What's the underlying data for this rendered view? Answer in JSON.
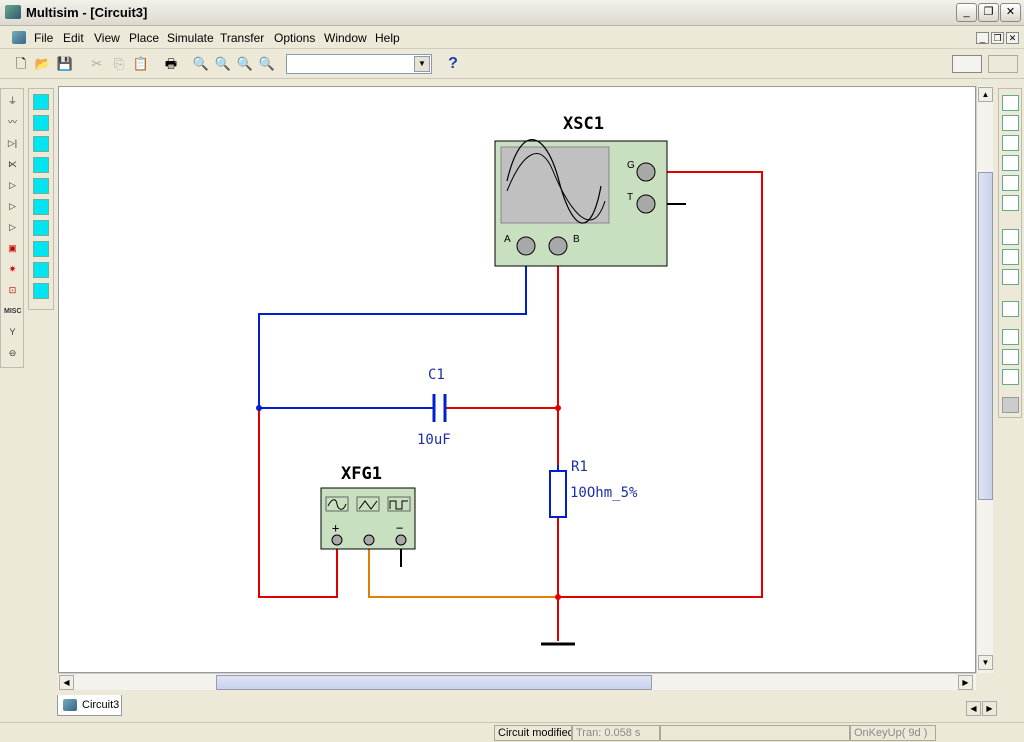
{
  "window": {
    "title": "Multisim - [Circuit3]"
  },
  "menu": {
    "file": "File",
    "edit": "Edit",
    "view": "View",
    "place": "Place",
    "simulate": "Simulate",
    "transfer": "Transfer",
    "options": "Options",
    "window": "Window",
    "help": "Help"
  },
  "toolbar": {
    "combo_value": "",
    "help_label": "?"
  },
  "schematic": {
    "oscilloscope": {
      "ref": "XSC1",
      "pin_a": "A",
      "pin_b": "B",
      "pin_g": "G",
      "pin_t": "T"
    },
    "function_generator": {
      "ref": "XFG1",
      "plus": "+",
      "common": "",
      "minus": "−"
    },
    "capacitor": {
      "ref": "C1",
      "value": "10uF"
    },
    "resistor": {
      "ref": "R1",
      "value": "10Ohm_5%"
    }
  },
  "tabs": [
    {
      "label": "Circuit3"
    }
  ],
  "status": {
    "modified": "Circuit modified",
    "tran": "Tran: 0.058 s",
    "empty": "",
    "key": "OnKeyUp( 9d )"
  },
  "colors": {
    "wire_red": "#e00000",
    "wire_blue": "#0020d0",
    "wire_orange": "#e08000",
    "instrument_fill": "#c8dfc0",
    "screen_fill": "#c0c0c0"
  }
}
